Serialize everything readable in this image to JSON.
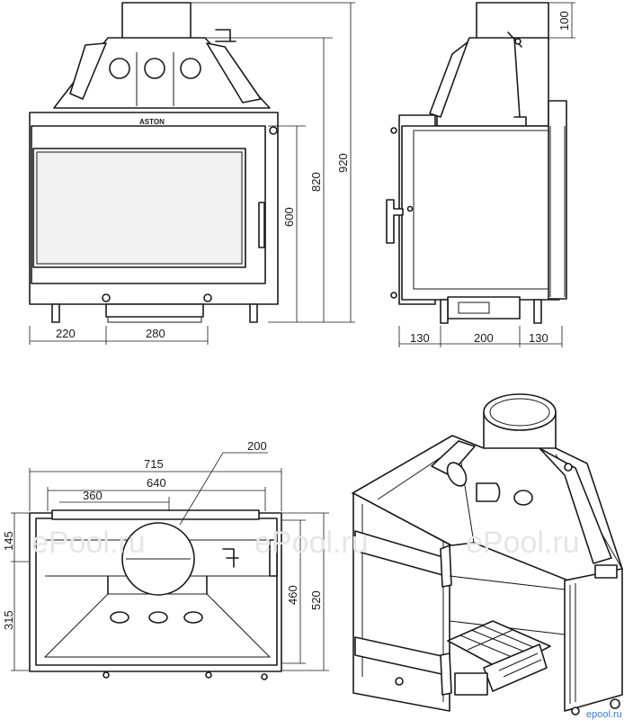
{
  "brand": "ASTON",
  "front_view": {
    "dimensions": {
      "width_left": "220",
      "width_right": "280",
      "height_glass": "600",
      "height_body": "820",
      "height_total": "920"
    }
  },
  "side_view": {
    "dimensions": {
      "top_collar": "100",
      "bottom_left": "130",
      "bottom_mid": "200",
      "bottom_right": "130"
    }
  },
  "top_view": {
    "dimensions": {
      "flue_diameter": "200",
      "width_total": "715",
      "width_inner": "640",
      "collar_offset": "360",
      "depth_front": "145",
      "depth_back": "315",
      "depth_inner": "460",
      "depth_total": "520"
    }
  },
  "watermarks": [
    "ePool.ru",
    "ePool.ru",
    "ePool.ru"
  ],
  "site_mark": "epool.ru"
}
